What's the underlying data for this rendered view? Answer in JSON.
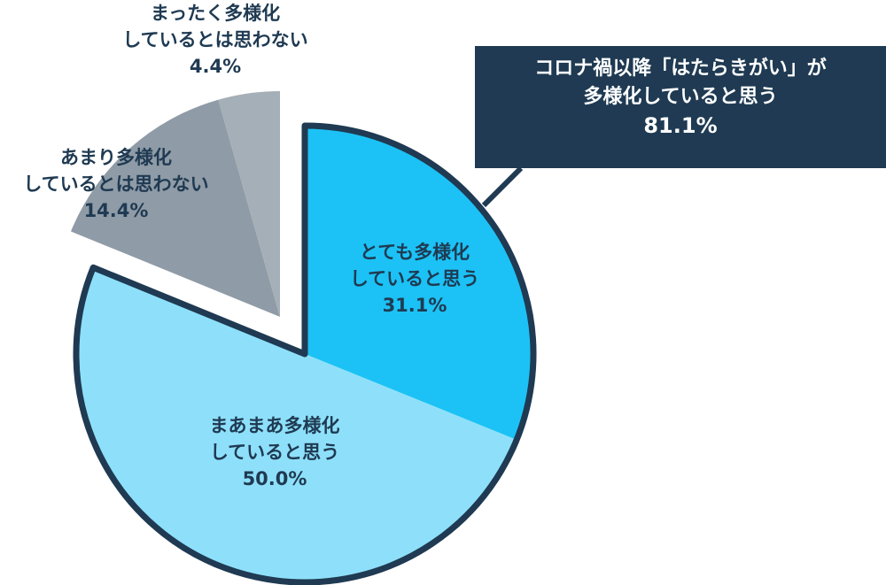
{
  "chart_data": {
    "type": "pie",
    "title": "",
    "start_angle_deg": 0,
    "direction": "clockwise",
    "categories": [
      "とても多様化していると思う",
      "まあまあ多様化していると思う",
      "あまり多様化しているとは思わない",
      "まったく多様化しているとは思わない"
    ],
    "values": [
      31.1,
      50.0,
      14.4,
      4.4
    ],
    "unit": "%",
    "colors": [
      "#1cc2f5",
      "#8ee0fa",
      "#8f9ba6",
      "#a5afb8"
    ],
    "exploded": [
      false,
      false,
      true,
      true
    ],
    "annotation": {
      "text": "コロナ禍以降「はたらきがい」が多様化していると思う",
      "value": "81.1%",
      "covers": [
        "とても多様化していると思う",
        "まあまあ多様化していると思う"
      ]
    }
  },
  "labels": {
    "very": {
      "line1": "とても多様化",
      "line2": "していると思う",
      "pct": "31.1%"
    },
    "somewhat": {
      "line1": "まあまあ多様化",
      "line2": "していると思う",
      "pct": "50.0%"
    },
    "notmuch": {
      "line1": "あまり多様化",
      "line2": "しているとは思わない",
      "pct": "14.4%"
    },
    "notatall": {
      "line1": "まったく多様化",
      "line2": "しているとは思わない",
      "pct": "4.4%"
    }
  },
  "callout": {
    "line1": "コロナ禍以降「はたらきがい」が",
    "line2": "多様化していると思う",
    "pct": "81.1%"
  },
  "colors": {
    "outline": "#1f3a52",
    "text": "#1f3a52",
    "callout_bg": "#1f3a52",
    "callout_text": "#ffffff"
  }
}
